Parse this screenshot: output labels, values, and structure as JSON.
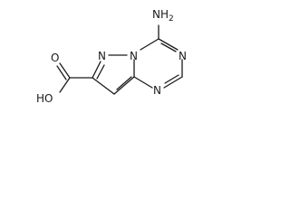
{
  "structure": {
    "atoms": {
      "amine": "NH",
      "amine_sub": "2",
      "n_pyrazole": "N",
      "n_bridge": "N",
      "n_triazine_right": "N",
      "n_triazine_bottom": "N",
      "carbonyl_o": "O",
      "hydroxyl": "HO"
    }
  }
}
